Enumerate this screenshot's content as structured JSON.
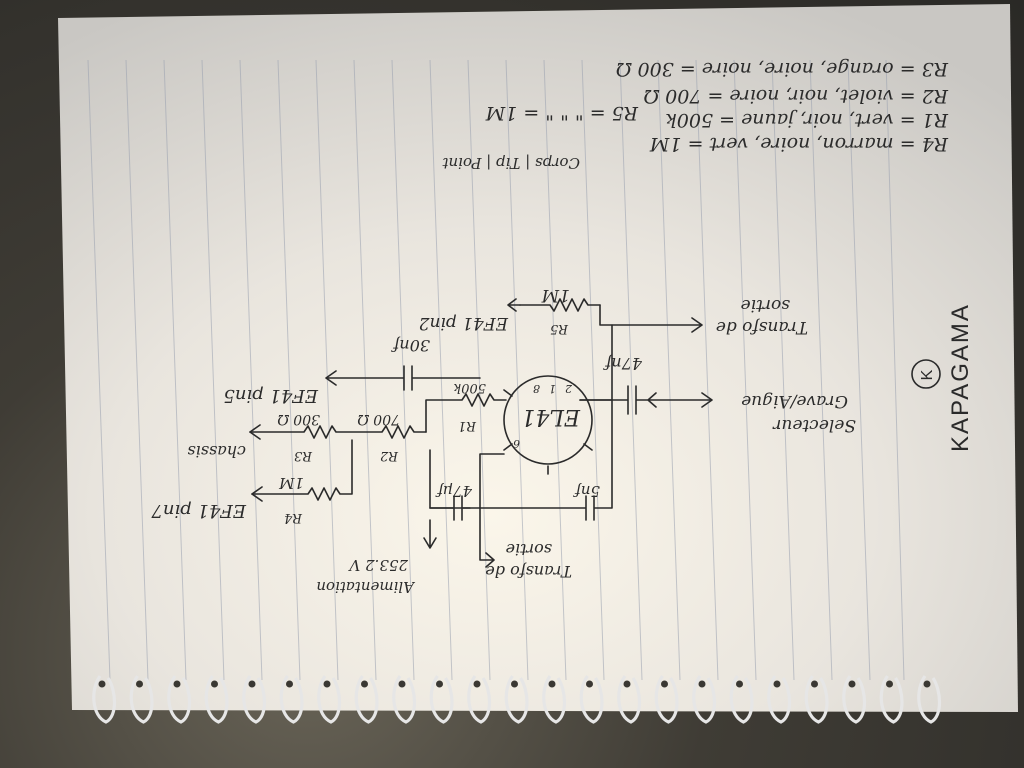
{
  "notebook": {
    "brand": "KAPAGAMA",
    "logo_letter": "K"
  },
  "notes": {
    "r4": "R4 = marron, noire, vert = 1M",
    "r5": "R5 =    \"        \"        \"   = 1M",
    "r1": "R1 = vert, noir, jaune = 500k",
    "r2": "R2 = violet, noir, noire = 700 Ω",
    "r3": "R3 = orange, noire, noire = 300 Ω",
    "legend": "Corps | Tip | Point"
  },
  "schematic": {
    "tube": "EL41",
    "pin2": "2",
    "pin1": "1",
    "pin8": "8",
    "pin6": "6",
    "r1_label": "R1",
    "r1_value": "500k",
    "r2_label": "R2",
    "r2_value": "700 Ω",
    "r3_label": "R3",
    "r3_value": "300 Ω",
    "r4_label": "R4",
    "r4_value": "1M",
    "r5_label": "R5",
    "r5_value": "1M",
    "cap_30": "30nf",
    "cap_47n": "47nf",
    "cap_5n": "5nf",
    "cap_47u": "47µf",
    "to_pin2": "EF41 pin2",
    "to_pin5": "EF41 pin5",
    "to_pin7": "EF41 pin7",
    "chassis": "chassis",
    "transfo_top_1": "Transfo de",
    "transfo_top_2": "sortie",
    "selector_1": "Selecteur",
    "selector_2": "Grave/Aigue",
    "transfo_bot_1": "Transfo de",
    "transfo_bot_2": "sortie",
    "alim_1": "Alimentation",
    "alim_2": "253.2 V"
  }
}
